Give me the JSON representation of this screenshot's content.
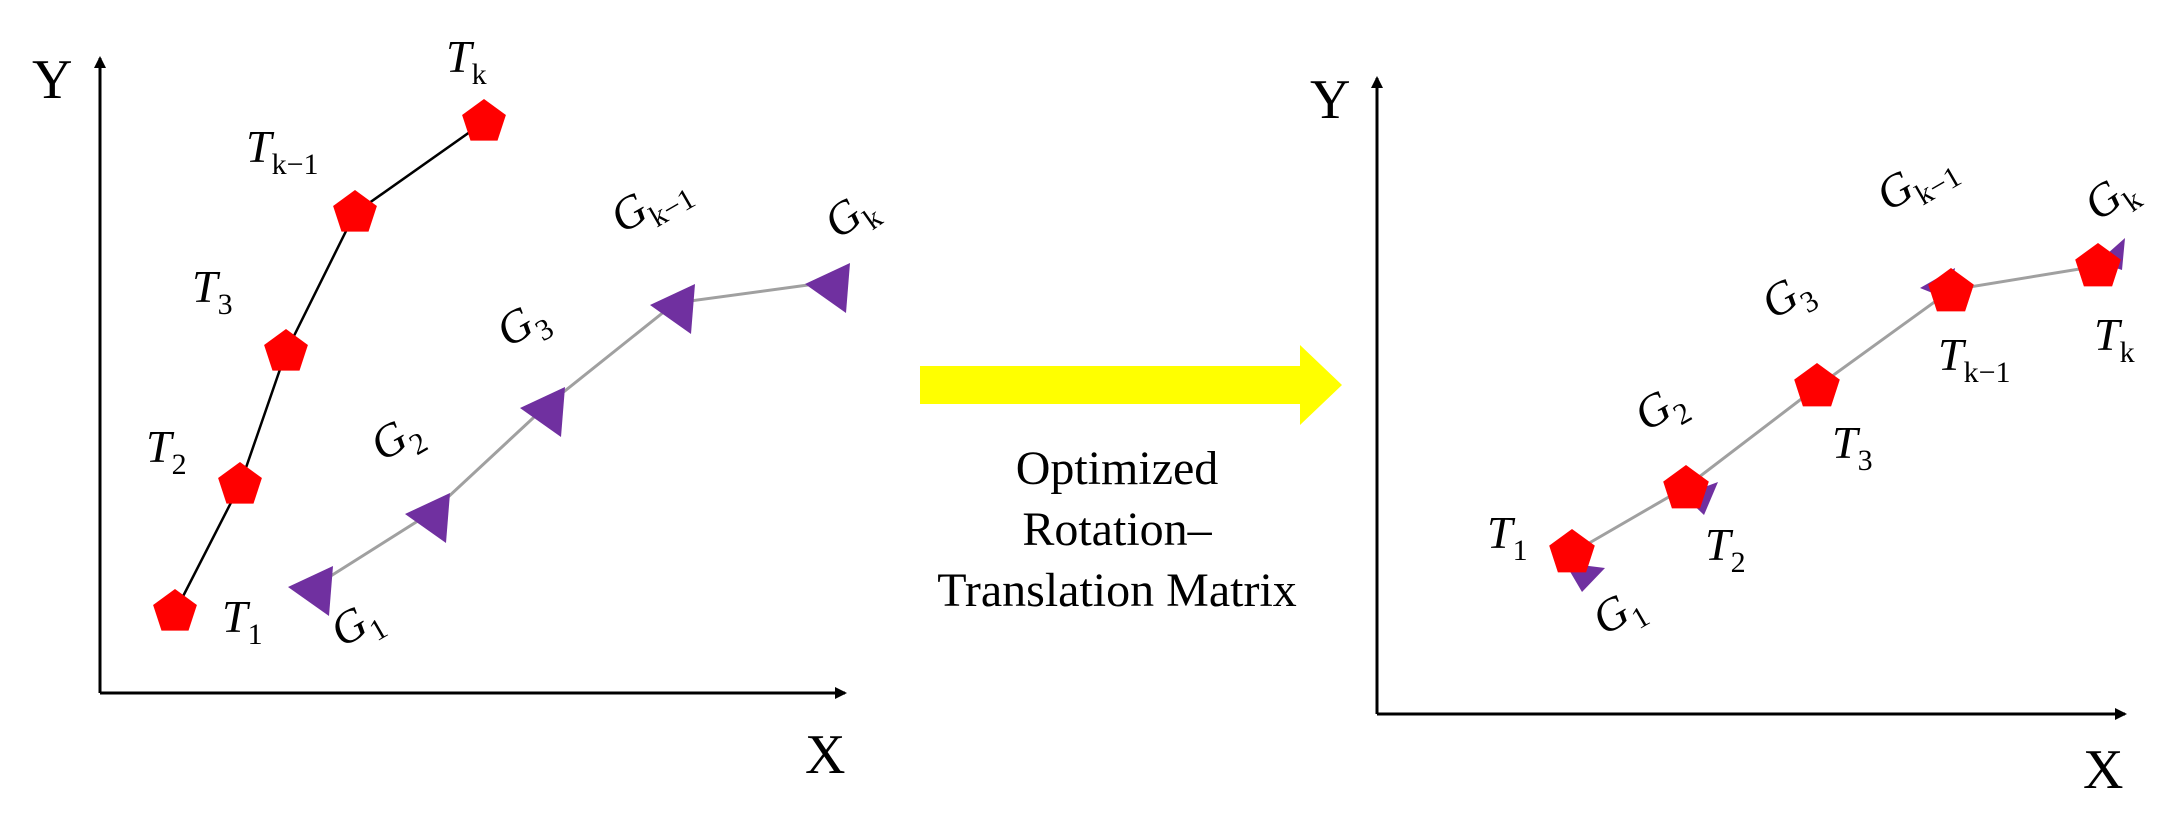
{
  "left_panel": {
    "y_axis_label": "Y",
    "x_axis_label": "X",
    "t_labels": [
      {
        "main": "T",
        "sub": "1"
      },
      {
        "main": "T",
        "sub": "2"
      },
      {
        "main": "T",
        "sub": "3"
      },
      {
        "main": "T",
        "sub": "k−1"
      },
      {
        "main": "T",
        "sub": "k"
      }
    ],
    "g_labels": [
      {
        "main": "G",
        "sub": "1"
      },
      {
        "main": "G",
        "sub": "2"
      },
      {
        "main": "G",
        "sub": "3"
      },
      {
        "main": "G",
        "sub": "k−1"
      },
      {
        "main": "G",
        "sub": "k"
      }
    ]
  },
  "right_panel": {
    "y_axis_label": "Y",
    "x_axis_label": "X",
    "t_labels": [
      {
        "main": "T",
        "sub": "1"
      },
      {
        "main": "T",
        "sub": "2"
      },
      {
        "main": "T",
        "sub": "3"
      },
      {
        "main": "T",
        "sub": "k−1"
      },
      {
        "main": "T",
        "sub": "k"
      }
    ],
    "g_labels": [
      {
        "main": "G",
        "sub": "1"
      },
      {
        "main": "G",
        "sub": "2"
      },
      {
        "main": "G",
        "sub": "3"
      },
      {
        "main": "G",
        "sub": "k−1"
      },
      {
        "main": "G",
        "sub": "k"
      }
    ]
  },
  "caption": {
    "line1": "Optimized",
    "line2": "Rotation–",
    "line3": "Translation Matrix"
  },
  "colors": {
    "t_marker": "#ff0000",
    "g_marker": "#7030a0",
    "t_path": "#000000",
    "g_path": "#a0a0a0",
    "arrow": "#ffff00",
    "axis": "#000000"
  },
  "icons": {
    "t_marker": "pentagon-icon",
    "g_marker": "triangle-icon",
    "transform": "right-arrow-icon"
  }
}
